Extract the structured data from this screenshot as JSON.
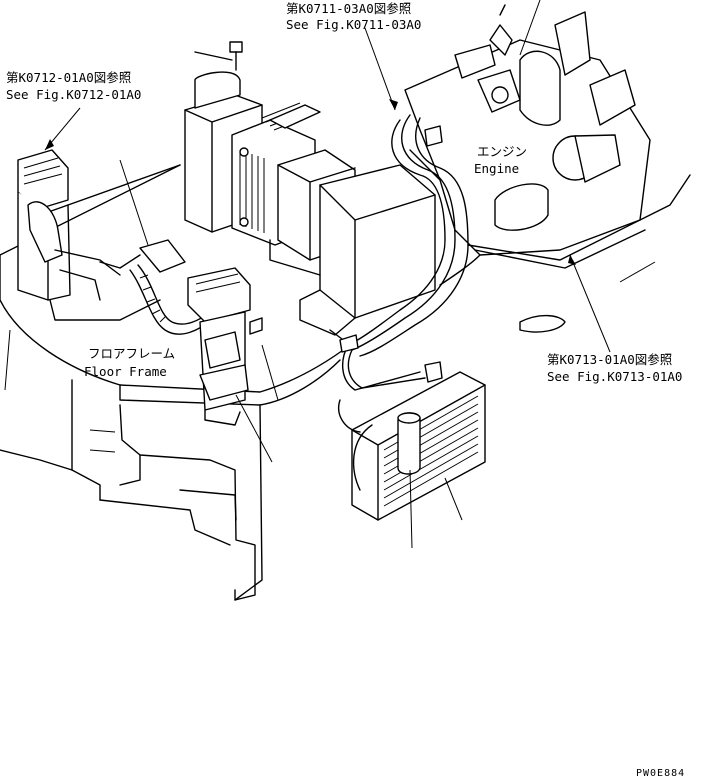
{
  "callouts": {
    "engine_ref": {
      "jp": "第K0711-03A0図参照",
      "en": "See Fig.K0711-03A0"
    },
    "left_ref": {
      "jp": "第K0712-01A0図参照",
      "en": "See Fig.K0712-01A0"
    },
    "right_ref": {
      "jp": "第K0713-01A0図参照",
      "en": "See Fig.K0713-01A0"
    }
  },
  "parts": {
    "engine": {
      "jp": "エンジン",
      "en": "Engine"
    },
    "floor_frame": {
      "jp": "フロアフレーム",
      "en": "Floor Frame"
    }
  },
  "drawing_code": "PW0E884"
}
